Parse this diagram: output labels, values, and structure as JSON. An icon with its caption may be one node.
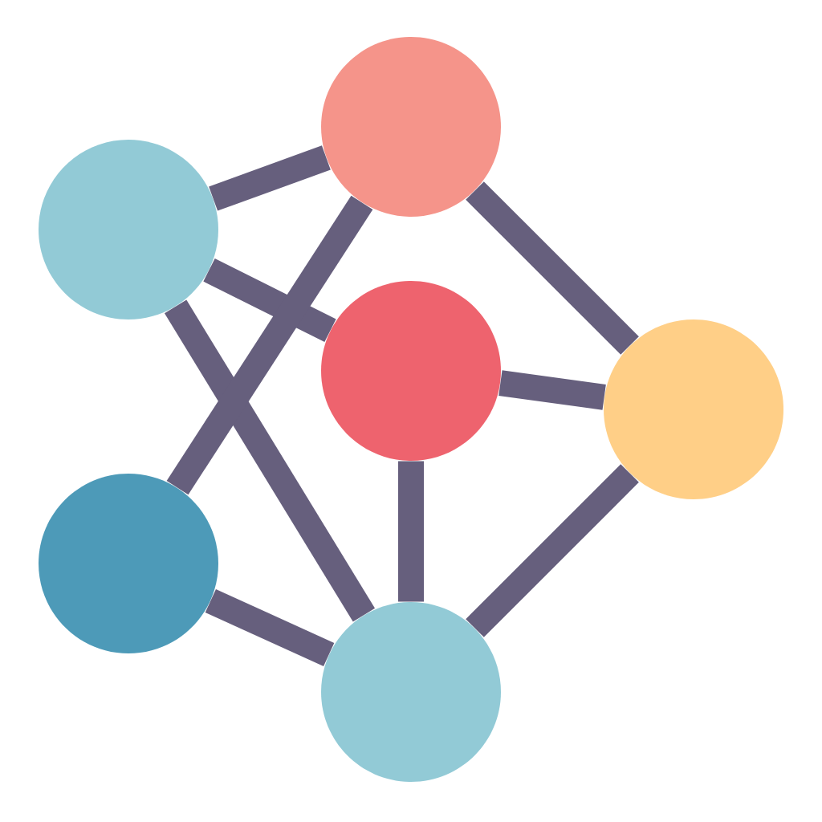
{
  "diagram": {
    "nodes": [
      {
        "text": [],
        "shape": "circle"
      },
      {
        "text": [],
        "shape": "circle"
      },
      {
        "text": [],
        "shape": "circle"
      },
      {
        "text": [],
        "shape": "circle"
      },
      {
        "text": [],
        "shape": "circle"
      },
      {
        "text": [],
        "shape": "circle"
      }
    ],
    "edges": [
      {
        "from": 1,
        "to": 0,
        "arrow": "none"
      },
      {
        "from": 1,
        "to": 2,
        "arrow": "none"
      },
      {
        "from": 1,
        "to": 5,
        "arrow": "none"
      },
      {
        "from": 0,
        "to": 3,
        "arrow": "none"
      },
      {
        "from": 0,
        "to": 4,
        "arrow": "none"
      },
      {
        "from": 2,
        "to": 3,
        "arrow": "none"
      },
      {
        "from": 2,
        "to": 5,
        "arrow": "none"
      },
      {
        "from": 3,
        "to": 5,
        "arrow": "none"
      },
      {
        "from": 4,
        "to": 5,
        "arrow": "none"
      }
    ]
  }
}
